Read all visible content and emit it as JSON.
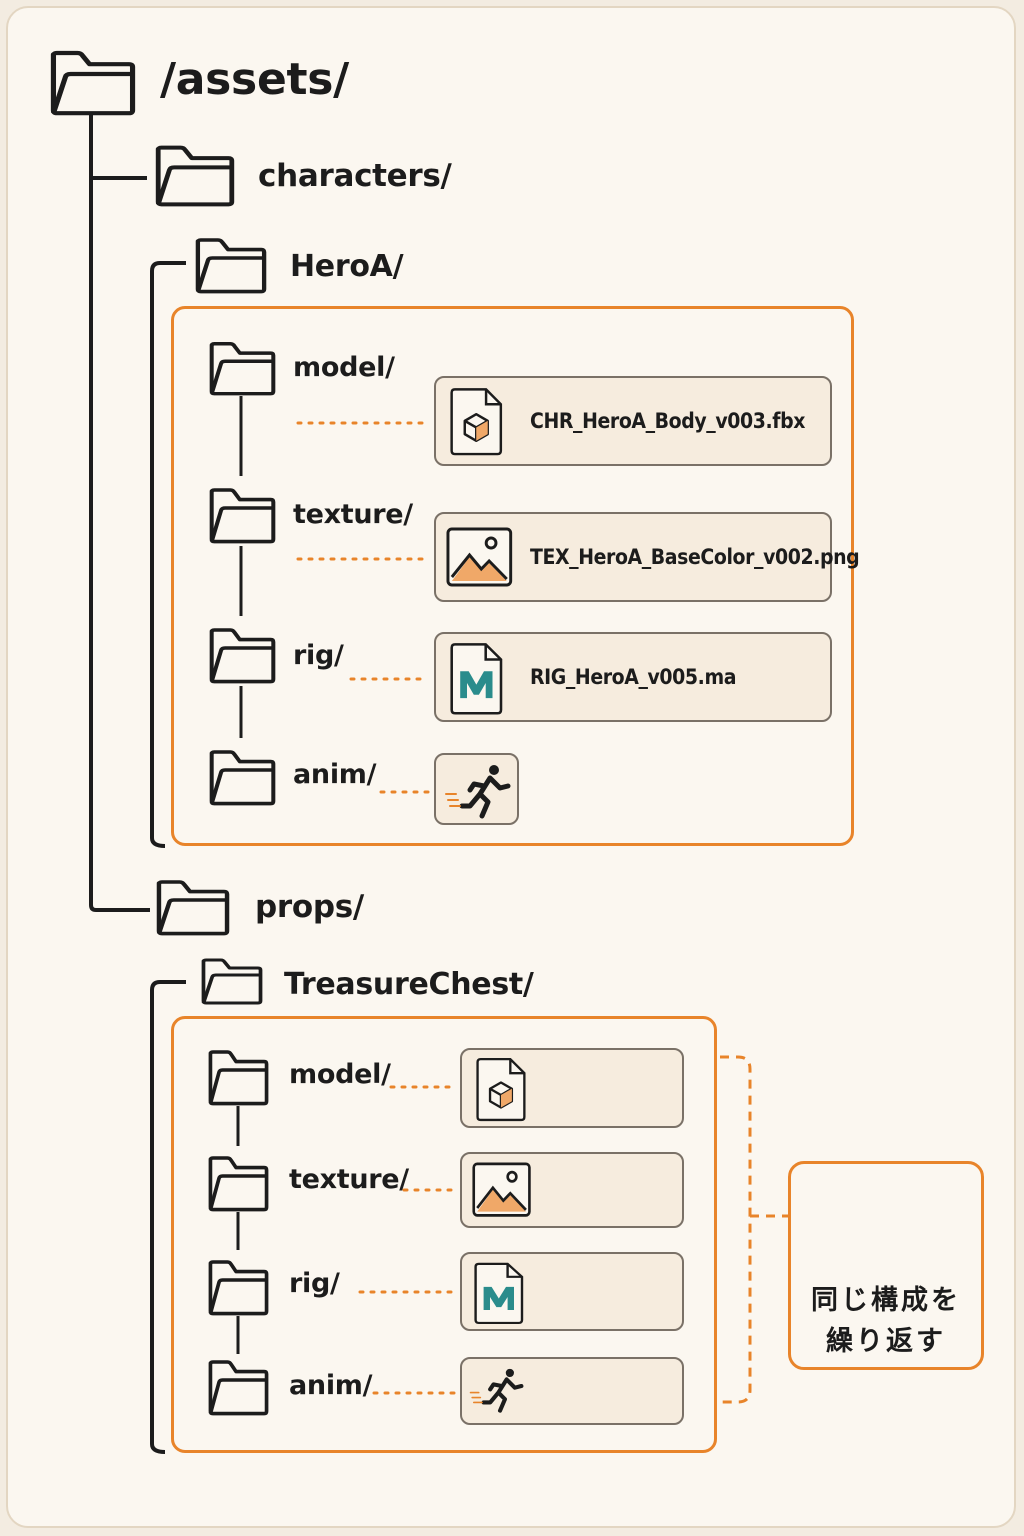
{
  "tree": {
    "root": {
      "label": "/assets/",
      "icon": "folder-icon"
    },
    "characters": {
      "label": "characters/",
      "hero": {
        "label": "HeroA/",
        "items": [
          {
            "folder": "model/",
            "file": "CHR_HeroA_Body_v003.fbx",
            "icon": "3d-model-file-icon"
          },
          {
            "folder": "texture/",
            "file": "TEX_HeroA_BaseColor_v002.png",
            "icon": "image-file-icon"
          },
          {
            "folder": "rig/",
            "file": "RIG_HeroA_v005.ma",
            "icon": "maya-file-icon"
          },
          {
            "folder": "anim/",
            "file": "",
            "icon": "running-figure-icon"
          }
        ]
      }
    },
    "props": {
      "label": "props/",
      "chest": {
        "label": "TreasureChest/",
        "items": [
          {
            "folder": "model/",
            "icon": "3d-model-file-icon"
          },
          {
            "folder": "texture/",
            "icon": "image-file-icon"
          },
          {
            "folder": "rig/",
            "icon": "maya-file-icon"
          },
          {
            "folder": "anim/",
            "icon": "running-figure-icon"
          }
        ]
      }
    }
  },
  "repeat_note": {
    "line1": "同じ構成を",
    "line2": "繰り返す",
    "icon": "refresh-cycle-icon"
  },
  "colors": {
    "accent": "#e8842a",
    "line": "#1c1c1c",
    "card_bg": "#f6ecde",
    "background": "#fbf7f0"
  }
}
